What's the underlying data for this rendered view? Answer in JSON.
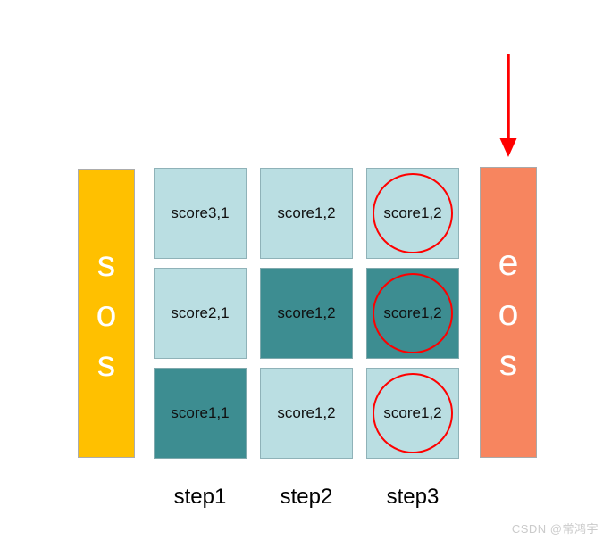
{
  "palette": {
    "sos_bar_yellow": "#FFC000",
    "eos_bar_coral": "#F7855F",
    "cell_light_teal": "#BADEE2",
    "cell_dark_teal": "#3D8D91",
    "highlight_red": "#FF0000",
    "bar_text_white": "#FFFFFF",
    "cell_text_black": "#101010"
  },
  "sos_bar": {
    "label": "sos",
    "chars": [
      "s",
      "o",
      "s"
    ]
  },
  "eos_bar": {
    "label": "eos",
    "chars": [
      "e",
      "o",
      "s"
    ]
  },
  "arrow": {
    "icon": "down-arrow-icon",
    "direction": "down",
    "color": "#FF0000",
    "points_at": "eos"
  },
  "grid": {
    "rows": [
      [
        {
          "label": "score3,1"
        },
        {
          "label": "score1,2"
        },
        {
          "label": "score1,2"
        }
      ],
      [
        {
          "label": "score2,1"
        },
        {
          "label": "score1,2"
        },
        {
          "label": "score1,2"
        }
      ],
      [
        {
          "label": "score1,1"
        },
        {
          "label": "score1,2"
        },
        {
          "label": "score1,2"
        }
      ]
    ],
    "dark_highlighted_cells": [
      "row3-step1",
      "row2-step2",
      "row2-step3"
    ],
    "circled_cells": [
      "row1-step3",
      "row2-step3",
      "row3-step3"
    ]
  },
  "steps": {
    "labels": [
      "step1",
      "step2",
      "step3"
    ]
  },
  "watermark": "CSDN @常鸿宇"
}
